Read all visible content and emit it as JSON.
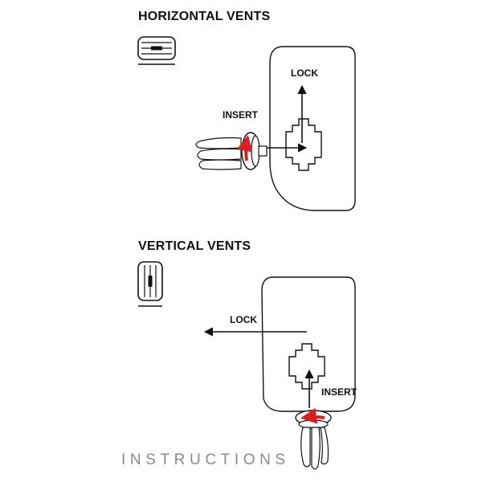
{
  "sections": [
    {
      "heading": "HORIZONTAL VENTS",
      "lock_label": "LOCK",
      "insert_label": "INSERT"
    },
    {
      "heading": "VERTICAL VENTS",
      "lock_label": "LOCK",
      "insert_label": "INSERT"
    }
  ],
  "footer": {
    "text": "INSTRUCTIONS"
  },
  "colors": {
    "ink": "#111111",
    "accent_red": "#d81e1e",
    "footer_gray": "#8a8a8a"
  },
  "icons": [
    "horizontal-vent-icon",
    "vertical-vent-icon",
    "mount-plate-icon",
    "vent-clip-icon",
    "arrow-icon"
  ]
}
